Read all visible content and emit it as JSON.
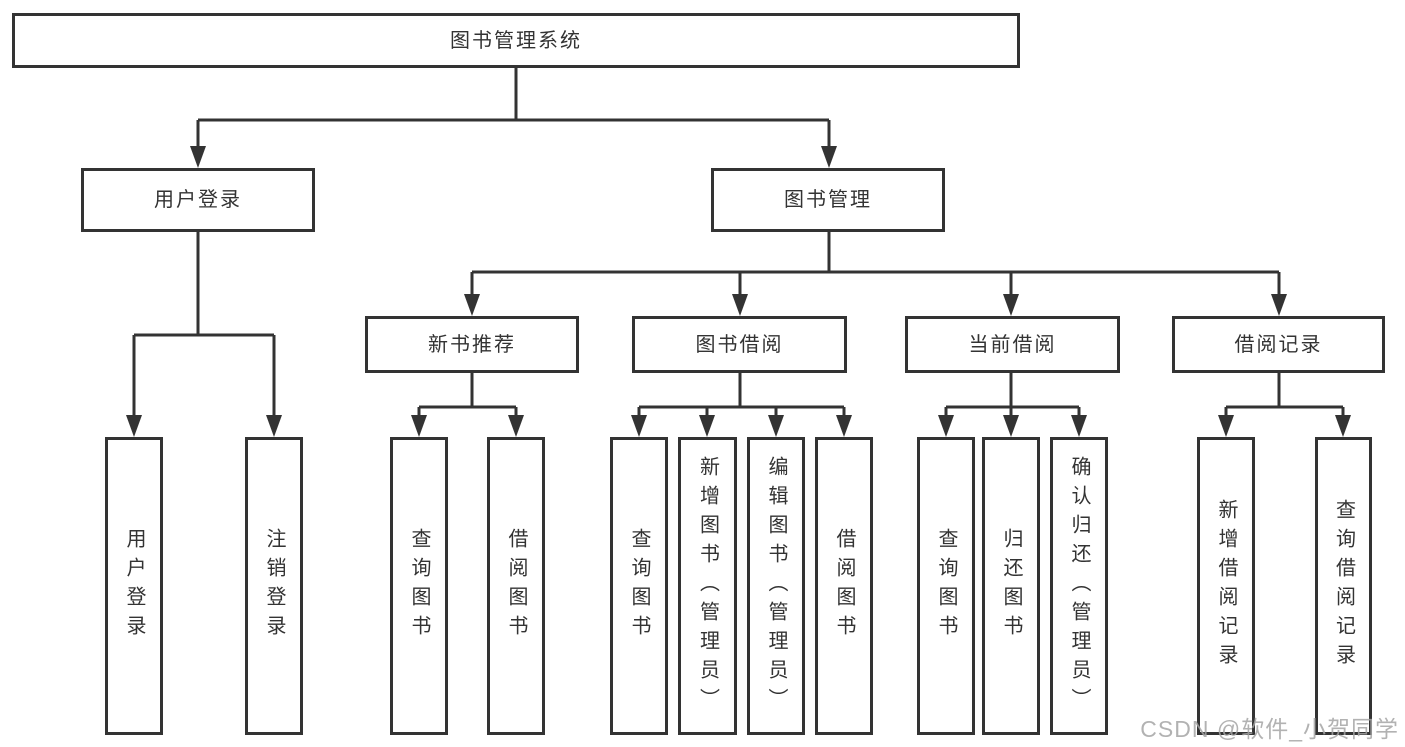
{
  "tree": {
    "root": {
      "label": "图书管理系统",
      "children": [
        {
          "label": "用户登录",
          "children": [
            {
              "label": "用户登录"
            },
            {
              "label": "注销登录"
            }
          ]
        },
        {
          "label": "图书管理",
          "children": [
            {
              "label": "新书推荐",
              "children": [
                {
                  "label": "查询图书"
                },
                {
                  "label": "借阅图书"
                }
              ]
            },
            {
              "label": "图书借阅",
              "children": [
                {
                  "label": "查询图书"
                },
                {
                  "label": "新增图书（管理员）"
                },
                {
                  "label": "编辑图书（管理员）"
                },
                {
                  "label": "借阅图书"
                }
              ]
            },
            {
              "label": "当前借阅",
              "children": [
                {
                  "label": "查询图书"
                },
                {
                  "label": "归还图书"
                },
                {
                  "label": "确认归还（管理员）"
                }
              ]
            },
            {
              "label": "借阅记录",
              "children": [
                {
                  "label": "新增借阅记录"
                },
                {
                  "label": "查询借阅记录"
                }
              ]
            }
          ]
        }
      ]
    }
  },
  "watermark": {
    "text": "CSDN @软件_小贺同学"
  },
  "colors": {
    "line": "#333333",
    "box_border": "#333333",
    "text": "#333333",
    "background": "#ffffff",
    "watermark": "#a4a4a4"
  }
}
